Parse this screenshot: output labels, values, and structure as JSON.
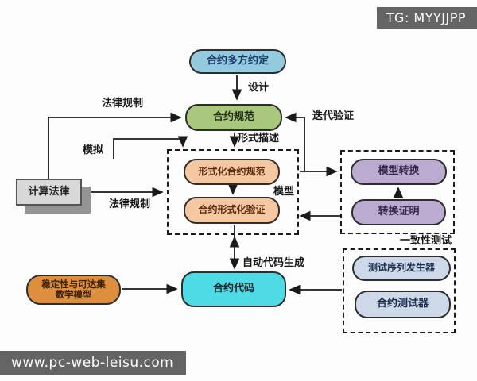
{
  "header": {
    "tg_badge": "TG: MYYJJPP"
  },
  "footer": {
    "website": "www.pc-web-leisu.com"
  },
  "diagram": {
    "nodes": {
      "agreement": "合约多方约定",
      "spec": "合约规范",
      "formal_spec": "形式化合约规范",
      "formal_verify": "合约形式化验证",
      "comp_law": "计算法律",
      "model_transform": "模型转换",
      "transform_proof": "转换证明",
      "contract_code": "合约代码",
      "stability_line1": "稳定性与可达集",
      "stability_line2": "数学模型",
      "test_seq": "测试序列发生器",
      "contract_tester": "合约测试器"
    },
    "edge_labels": {
      "design": "设计",
      "legal_top": "法律规制",
      "iterative": "迭代验证",
      "formal_desc": "形式描述",
      "simulate": "模拟",
      "legal_bottom": "法律规制",
      "codegen": "自动代码生成"
    },
    "group_labels": {
      "model": "模型",
      "consistency": "一致性测试"
    },
    "colors": {
      "agreement_fill": "#93cade",
      "spec_fill": "#a9c87d",
      "formal_fill": "#f6c8a2",
      "lavender_fill": "#bcabd1",
      "code_fill": "#4fdbe6",
      "stability_fill": "#dd8f3d",
      "test_fill": "#cdd8e8",
      "comp_law_fill": "#d8d8d8",
      "badge_bg": "#646464",
      "line": "#1a1a1a"
    }
  }
}
